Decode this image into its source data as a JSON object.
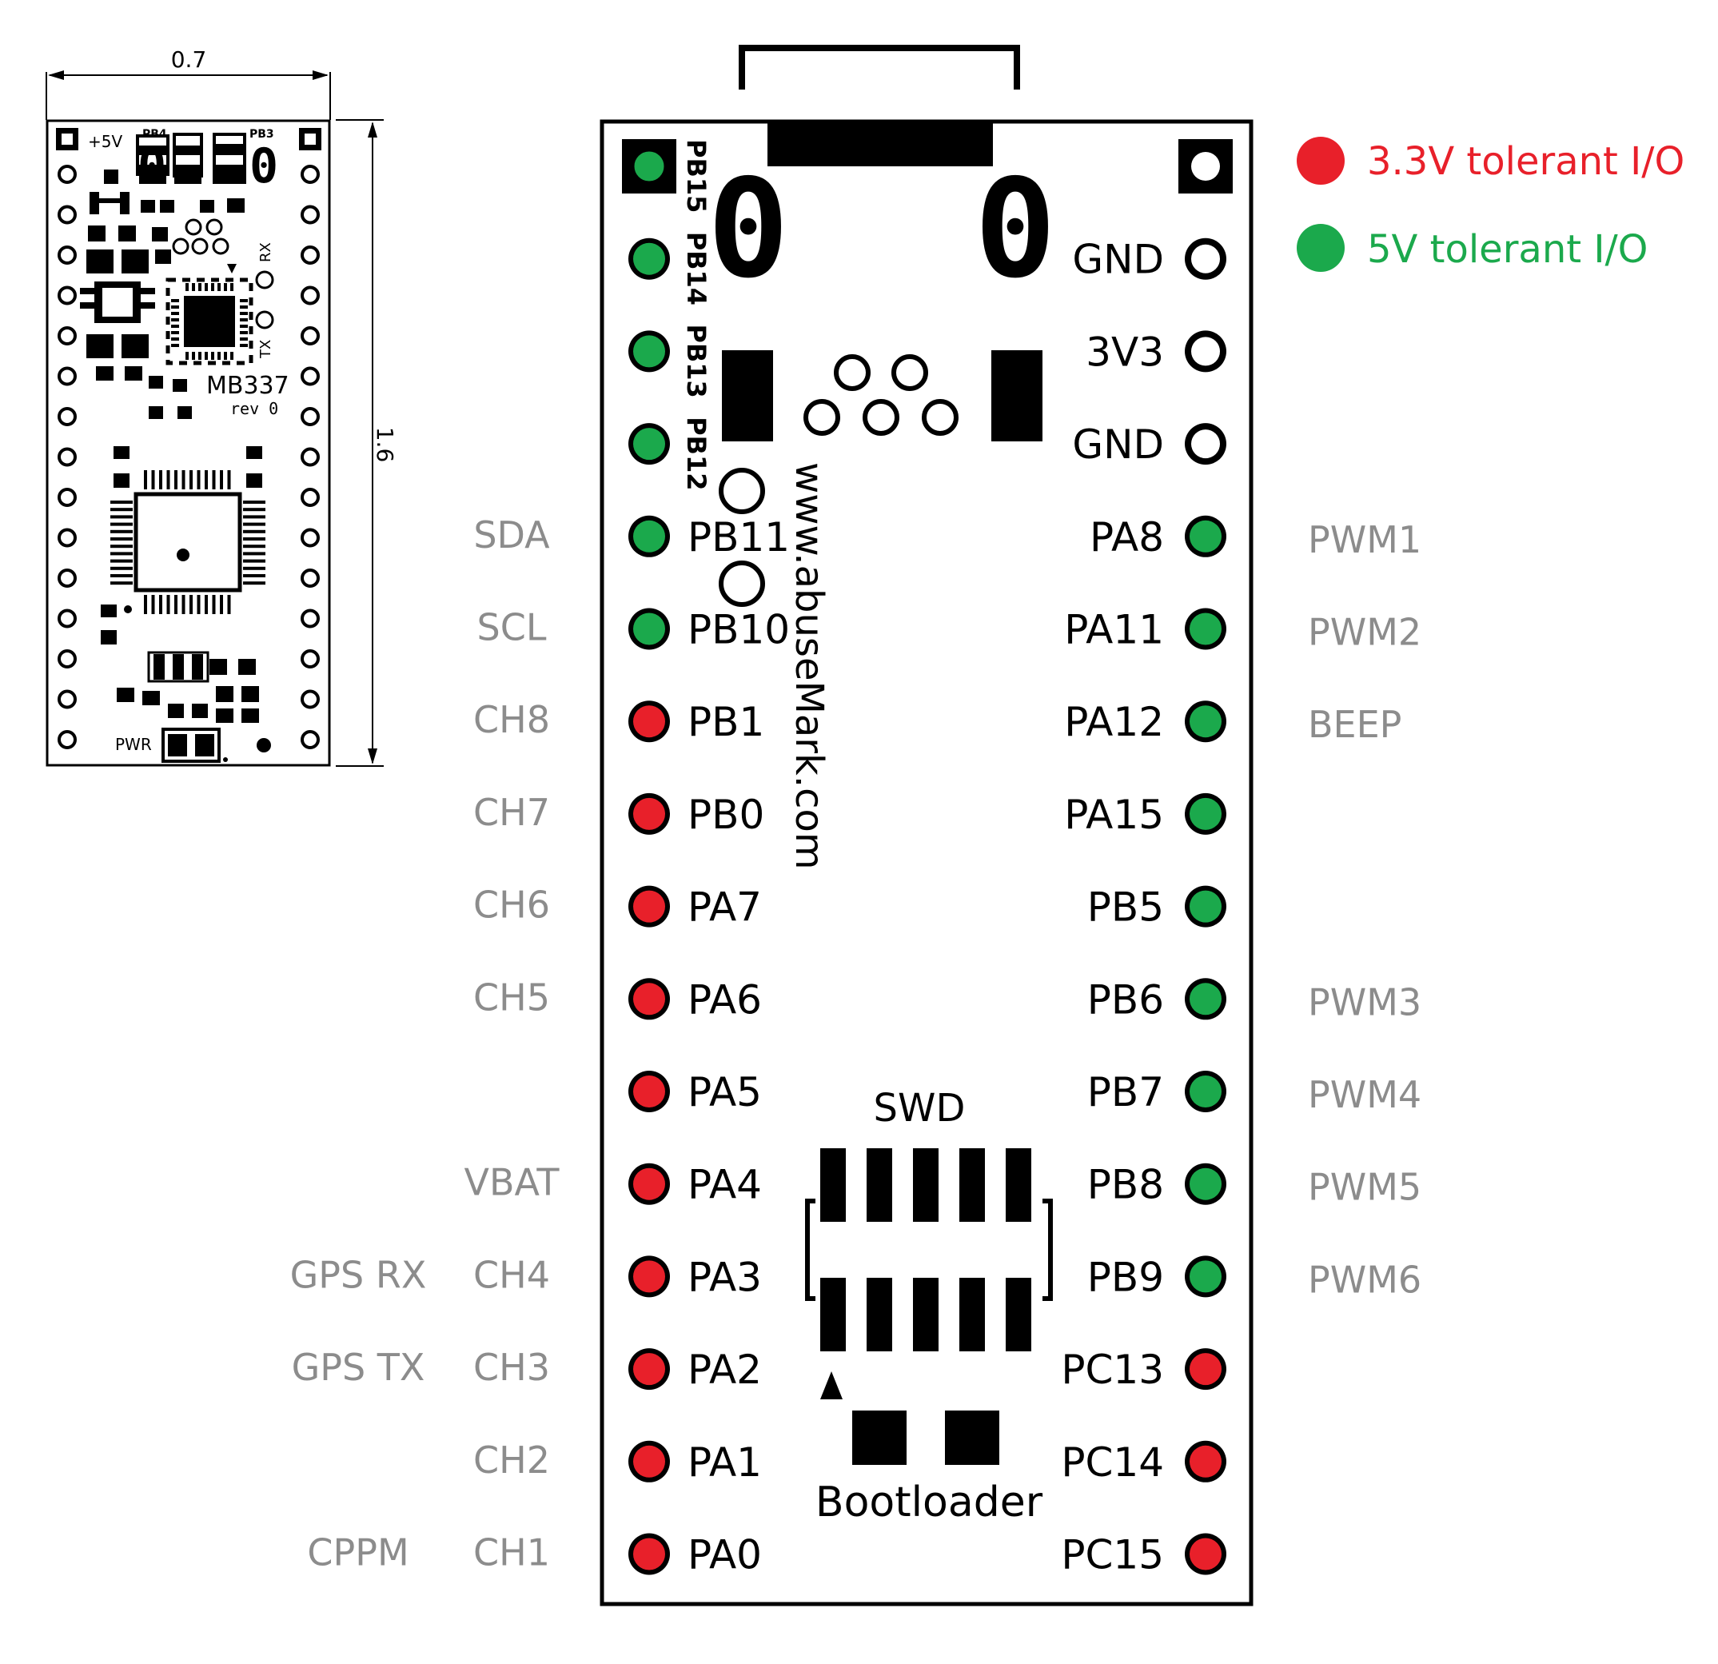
{
  "colors": {
    "io_3v3": "#e8202a",
    "io_5v": "#1ba94c",
    "side_label": "#8c8c8c",
    "ink": "#000000"
  },
  "legend": [
    {
      "kind": "3v3",
      "text": "3.3V tolerant I/O"
    },
    {
      "kind": "5v",
      "text": "5V tolerant I/O"
    }
  ],
  "small_board": {
    "width_label": "0.7",
    "height_label": "1.6",
    "plus5v": "+5V",
    "pb4": "PB4",
    "pb3": "PB3",
    "rx": "RX",
    "tx": "TX",
    "model": "MB337",
    "rev": "rev 0",
    "pwr": "PWR"
  },
  "big_board": {
    "website": "www.abuseMark.com",
    "swd": "SWD",
    "bootloader": "Bootloader",
    "digit_left": "0",
    "digit_right": "0",
    "top_pins": [
      {
        "label": "PB15",
        "kind": "5v"
      },
      {
        "label": "PB14",
        "kind": "5v"
      },
      {
        "label": "PB13",
        "kind": "5v"
      },
      {
        "label": "PB12",
        "kind": "5v"
      }
    ],
    "left_pins": [
      {
        "pin": "PB11",
        "kind": "5v",
        "fn": "SDA",
        "fn2": ""
      },
      {
        "pin": "PB10",
        "kind": "5v",
        "fn": "SCL",
        "fn2": ""
      },
      {
        "pin": "PB1",
        "kind": "3v3",
        "fn": "CH8",
        "fn2": ""
      },
      {
        "pin": "PB0",
        "kind": "3v3",
        "fn": "CH7",
        "fn2": ""
      },
      {
        "pin": "PA7",
        "kind": "3v3",
        "fn": "CH6",
        "fn2": ""
      },
      {
        "pin": "PA6",
        "kind": "3v3",
        "fn": "CH5",
        "fn2": ""
      },
      {
        "pin": "PA5",
        "kind": "3v3",
        "fn": "",
        "fn2": ""
      },
      {
        "pin": "PA4",
        "kind": "3v3",
        "fn": "VBAT",
        "fn2": ""
      },
      {
        "pin": "PA3",
        "kind": "3v3",
        "fn": "CH4",
        "fn2": "GPS RX"
      },
      {
        "pin": "PA2",
        "kind": "3v3",
        "fn": "CH3",
        "fn2": "GPS TX"
      },
      {
        "pin": "PA1",
        "kind": "3v3",
        "fn": "CH2",
        "fn2": ""
      },
      {
        "pin": "PA0",
        "kind": "3v3",
        "fn": "CH1",
        "fn2": "CPPM"
      }
    ],
    "right_power": [
      "GND",
      "3V3",
      "GND"
    ],
    "right_pins": [
      {
        "pin": "PA8",
        "kind": "5v",
        "fn": "PWM1"
      },
      {
        "pin": "PA11",
        "kind": "5v",
        "fn": "PWM2"
      },
      {
        "pin": "PA12",
        "kind": "5v",
        "fn": "BEEP"
      },
      {
        "pin": "PA15",
        "kind": "5v",
        "fn": ""
      },
      {
        "pin": "PB5",
        "kind": "5v",
        "fn": ""
      },
      {
        "pin": "PB6",
        "kind": "5v",
        "fn": "PWM3"
      },
      {
        "pin": "PB7",
        "kind": "5v",
        "fn": "PWM4"
      },
      {
        "pin": "PB8",
        "kind": "5v",
        "fn": "PWM5"
      },
      {
        "pin": "PB9",
        "kind": "5v",
        "fn": "PWM6"
      },
      {
        "pin": "PC13",
        "kind": "3v3",
        "fn": ""
      },
      {
        "pin": "PC14",
        "kind": "3v3",
        "fn": ""
      },
      {
        "pin": "PC15",
        "kind": "3v3",
        "fn": ""
      }
    ]
  }
}
